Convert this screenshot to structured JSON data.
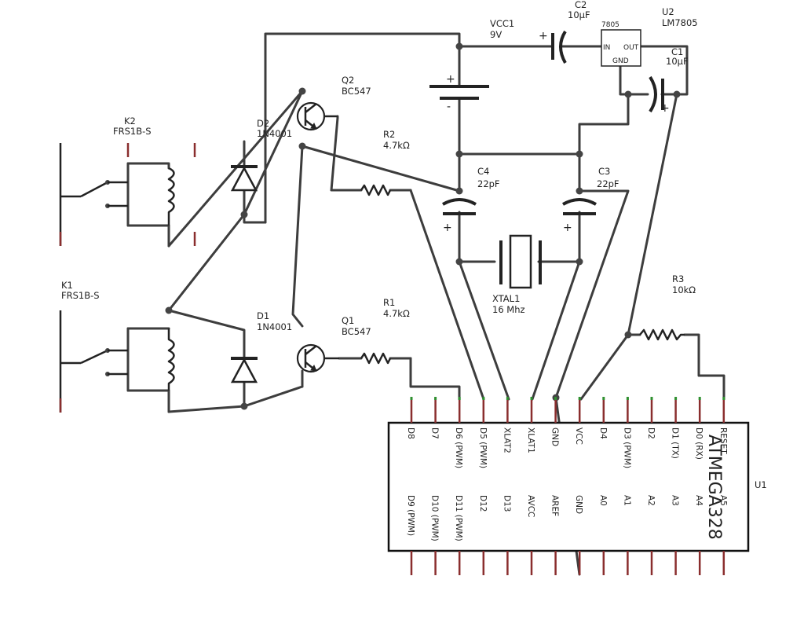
{
  "components": {
    "k2": {
      "ref": "K2",
      "value": "FRS1B-S"
    },
    "k1": {
      "ref": "K1",
      "value": "FRS1B-S"
    },
    "d2": {
      "ref": "D2",
      "value": "1N4001"
    },
    "d1": {
      "ref": "D1",
      "value": "1N4001"
    },
    "q2": {
      "ref": "Q2",
      "value": "BC547"
    },
    "q1": {
      "ref": "Q1",
      "value": "BC547"
    },
    "r2": {
      "ref": "R2",
      "value": "4.7kΩ"
    },
    "r1": {
      "ref": "R1",
      "value": "4.7kΩ"
    },
    "r3": {
      "ref": "R3",
      "value": "10kΩ"
    },
    "vcc1": {
      "ref": "VCC1",
      "value": "9V"
    },
    "c2": {
      "ref": "C2",
      "value": "10µF"
    },
    "c1": {
      "ref": "C1",
      "value": "10µF"
    },
    "c4": {
      "ref": "C4",
      "value": "22pF"
    },
    "c3": {
      "ref": "C3",
      "value": "22pF"
    },
    "u2": {
      "ref": "U2",
      "value": "LM7805",
      "part": "7805",
      "pin_in": "IN",
      "pin_out": "OUT",
      "pin_gnd": "GND"
    },
    "xtal1": {
      "ref": "XTAL1",
      "value": "16 Mhz"
    },
    "u1": {
      "ref": "U1",
      "value": "ATMEGA328"
    }
  },
  "u1_pins": {
    "top": [
      "D8",
      "D7",
      "D6 (PWM)",
      "D5 (PWM)",
      "XLAT2",
      "XLAT1",
      "GND",
      "VCC",
      "D4",
      "D3 (PWM)",
      "D2",
      "D1 (TX)",
      "D0 (RX)",
      "RESET"
    ],
    "bottom": [
      "D9 (PWM)",
      "D10 (PWM)",
      "D11 (PWM)",
      "D12",
      "D13",
      "AVCC",
      "AREF",
      "GND",
      "A0",
      "A1",
      "A2",
      "A3",
      "A4",
      "A5"
    ]
  },
  "polarity": {
    "plus": "+",
    "minus": "-"
  }
}
